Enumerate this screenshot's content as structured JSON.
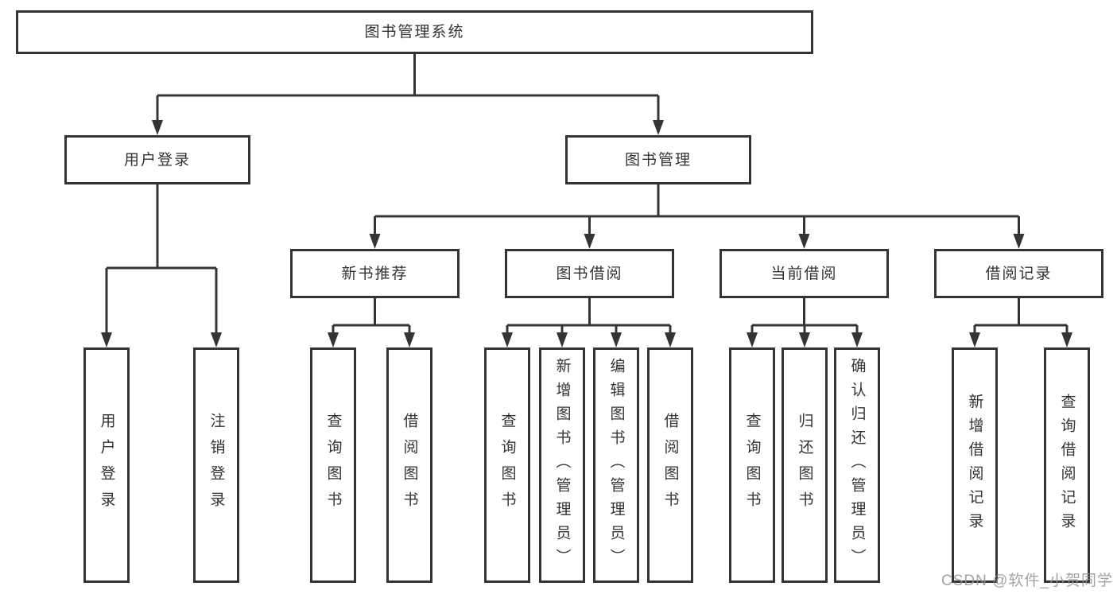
{
  "tree": {
    "label": "图书管理系统",
    "children": [
      {
        "label": "用户登录",
        "children": [
          {
            "label": "用户登录"
          },
          {
            "label": "注销登录"
          }
        ]
      },
      {
        "label": "图书管理",
        "children": [
          {
            "label": "新书推荐",
            "children": [
              {
                "label": "查询图书"
              },
              {
                "label": "借阅图书"
              }
            ]
          },
          {
            "label": "图书借阅",
            "children": [
              {
                "label": "查询图书"
              },
              {
                "label": "新增图书（管理员）"
              },
              {
                "label": "编辑图书（管理员）"
              },
              {
                "label": "借阅图书"
              }
            ]
          },
          {
            "label": "当前借阅",
            "children": [
              {
                "label": "查询图书"
              },
              {
                "label": "归还图书"
              },
              {
                "label": "确认归还（管理员）"
              }
            ]
          },
          {
            "label": "借阅记录",
            "children": [
              {
                "label": "新增借阅记录"
              },
              {
                "label": "查询借阅记录"
              }
            ]
          }
        ]
      }
    ]
  },
  "watermark": "CSDN @软件_小贺同学",
  "colors": {
    "line": "#343434",
    "box_border": "#343434",
    "text": "#333333",
    "background": "#ffffff",
    "watermark": "#949498"
  }
}
